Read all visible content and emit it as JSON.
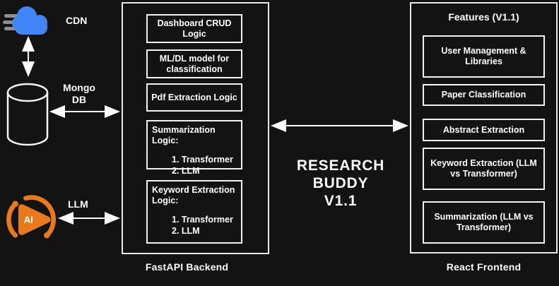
{
  "diagram": {
    "background": "#131313",
    "border_color": "#e9e9e9",
    "center_title": {
      "line1": "RESEARCH",
      "line2": "BUDDY",
      "line3": "V1.1"
    },
    "left": {
      "cdn_label": "CDN",
      "mongo_label": "Mongo DB",
      "llm_label": "LLM",
      "ai_text": "AI",
      "cloud_color": "#4285F4",
      "speedline_color": "#8f8f8f",
      "ai_color": "#E8791D",
      "cdn_icon": "cloud-icon",
      "mongo_icon": "database-cylinder-icon",
      "llm_icon": "ai-play-ring-icon"
    },
    "backend": {
      "caption": "FastAPI Backend",
      "boxes": [
        {
          "title": "Dashboard CRUD Logic",
          "items": []
        },
        {
          "title": "ML/DL model for classification",
          "items": []
        },
        {
          "title": "Pdf Extraction Logic",
          "items": []
        },
        {
          "title": "Summarization Logic:",
          "items": [
            "1. Transformer",
            "2. LLM"
          ]
        },
        {
          "title": "Keyword Extraction Logic:",
          "items": [
            "1. Transformer",
            "2. LLM"
          ]
        }
      ]
    },
    "frontend": {
      "title": "Features (V1.1)",
      "caption": "React Frontend",
      "boxes": [
        {
          "title": "User Management & Libraries"
        },
        {
          "title": "Paper Classification"
        },
        {
          "title": "Abstract Extraction"
        },
        {
          "title": "Keyword Extraction (LLM vs Transformer)"
        },
        {
          "title": "Summarization (LLM vs Transformer)"
        }
      ]
    }
  }
}
